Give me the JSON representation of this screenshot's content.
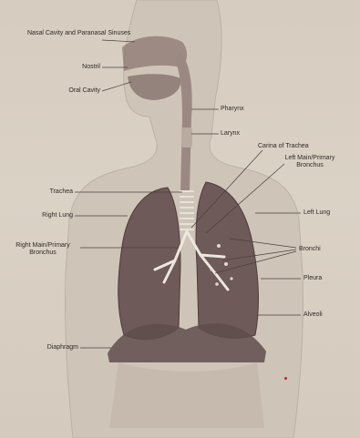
{
  "labels": {
    "nasal_cavity": "Nasal Cavity and Paranasal Sinuses",
    "nostril": "Nostril",
    "oral_cavity": "Oral Cavity",
    "pharynx": "Pharynx",
    "larynx": "Larynx",
    "carina": "Carina of Trachea",
    "left_main_bronchus": "Left Main/Primary Bronchus",
    "trachea": "Trachea",
    "right_lung": "Right Lung",
    "left_lung": "Left Lung",
    "right_main_bronchus": "Right Main/Primary Bronchus",
    "bronchi": "Bronchi",
    "pleura": "Pleura",
    "alveoli": "Alveoli",
    "diaphragm": "Diaphragm"
  },
  "colors": {
    "skin": "#cfc4b8",
    "lung": "#6e5a58",
    "lung_dark": "#4d3d3c",
    "airway": "#ece7df",
    "leader": "#4a423c"
  }
}
